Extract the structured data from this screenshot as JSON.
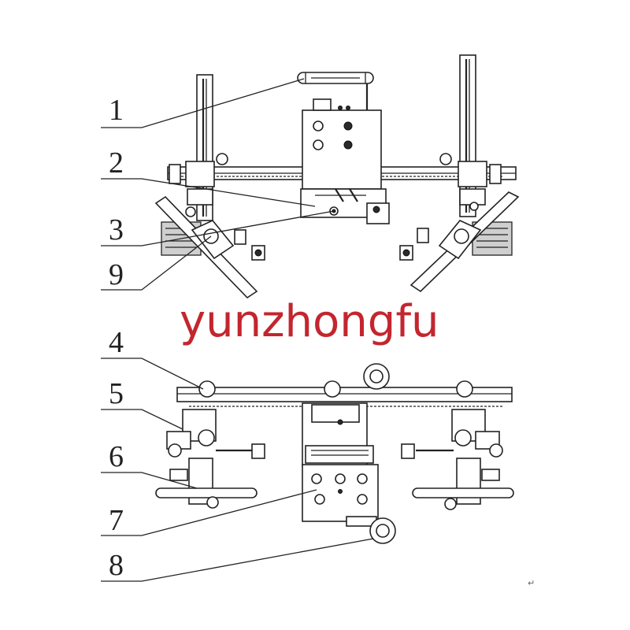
{
  "callouts": [
    {
      "id": "1",
      "label": "1"
    },
    {
      "id": "2",
      "label": "2"
    },
    {
      "id": "3",
      "label": "3"
    },
    {
      "id": "9",
      "label": "9"
    },
    {
      "id": "4",
      "label": "4"
    },
    {
      "id": "5",
      "label": "5"
    },
    {
      "id": "6",
      "label": "6"
    },
    {
      "id": "7",
      "label": "7"
    },
    {
      "id": "8",
      "label": "8"
    }
  ],
  "watermark": "yunzhongfu",
  "return_mark": "↵",
  "colors": {
    "watermark": "#c3262e",
    "line": "#222222"
  }
}
